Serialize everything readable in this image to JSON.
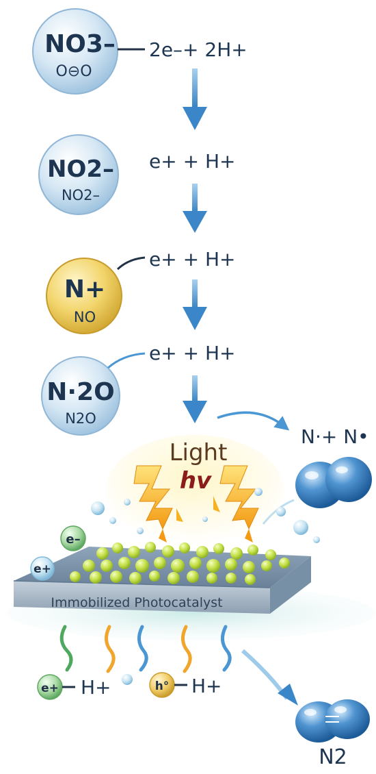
{
  "title": "",
  "species": [
    {
      "formula": "NO3–",
      "sub": "O⊖O",
      "reaction": "2e–+ 2H+"
    },
    {
      "formula": "NO2–",
      "sub": "NO2–",
      "reaction": "e+ + H+"
    },
    {
      "formula": "N+",
      "sub": "NO",
      "reaction": "e+ + H+"
    },
    {
      "formula": "N·2O",
      "sub": "N2O",
      "reaction": "e+ + H+"
    }
  ],
  "radicals": "N·+ N•",
  "light": {
    "label": "Light",
    "symbol": "hv"
  },
  "catalyst": {
    "label": "Immobilized Photocatalyst"
  },
  "charges": {
    "electron": "e–",
    "positive": "e+"
  },
  "bottom": [
    {
      "carrier": "e+",
      "ion": "H+"
    },
    {
      "carrier": "h°",
      "ion": "H+"
    }
  ],
  "product": "N2",
  "colors": {
    "bubble_blue": "#cfe3f2",
    "bubble_yellow": "#f1d36a",
    "arrow_blue": "#4b97d3",
    "lightning": "#f5b323",
    "catalyst_top": "#7d94ab",
    "catalyst_side": "#aab9c8",
    "green_particle": "#c5e045",
    "hv_red": "#8b1c1c",
    "text_dark": "#1d3550"
  }
}
